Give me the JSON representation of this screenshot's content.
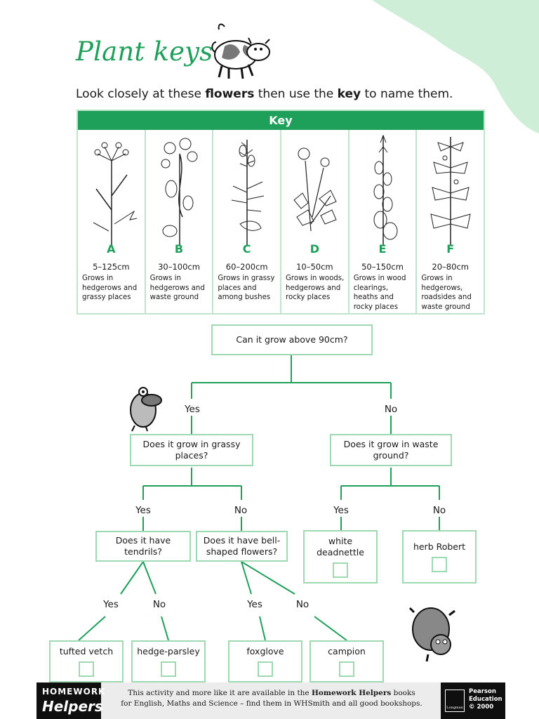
{
  "page": {
    "title": "Plant keys",
    "intro": {
      "t1": "Look closely at these ",
      "b1": "flowers",
      "t2": " then use the ",
      "b2": "key",
      "t3": " to name them."
    },
    "accent_color": "#1ea05a",
    "border_color": "#9ed9b2"
  },
  "key": {
    "header": "Key",
    "plants": [
      {
        "letter": "A",
        "height": "5–125cm",
        "habitat": "Grows in hedgerows and grassy places"
      },
      {
        "letter": "B",
        "height": "30–100cm",
        "habitat": "Grows in hedgerows and waste ground"
      },
      {
        "letter": "C",
        "height": "60–200cm",
        "habitat": "Grows in grassy places and among bushes"
      },
      {
        "letter": "D",
        "height": "10–50cm",
        "habitat": "Grows in woods, hedgerows and rocky places"
      },
      {
        "letter": "E",
        "height": "50–150cm",
        "habitat": "Grows in wood clearings, heaths and rocky places"
      },
      {
        "letter": "F",
        "height": "20–80cm",
        "habitat": "Grows in hedgerows, roadsides and waste ground"
      }
    ]
  },
  "tree": {
    "q_root": "Can it grow above 90cm?",
    "q_grassy": "Does it grow in grassy places?",
    "q_waste": "Does it grow in waste ground?",
    "q_tendrils": "Does it have tendrils?",
    "q_bell": "Does it have bell-shaped flowers?",
    "yes": "Yes",
    "no": "No",
    "a_deadnettle": "white deadnettle",
    "a_herb": "herb Robert",
    "a_vetch": "tufted vetch",
    "a_parsley": "hedge-parsley",
    "a_foxglove": "foxglove",
    "a_campion": "campion"
  },
  "footer": {
    "logo_line1": "HOMEWORK",
    "logo_line2": "Helpers",
    "text1": "This activity and more like it are available in the ",
    "text_bold": "Homework Helpers",
    "text2": " books",
    "text3": "for English, Maths and Science – find them in WHSmith and all good bookshops.",
    "pub_line1": "Pearson",
    "pub_line2": "Education",
    "pub_line3": "© 2000",
    "pub_mark": "Longman"
  }
}
